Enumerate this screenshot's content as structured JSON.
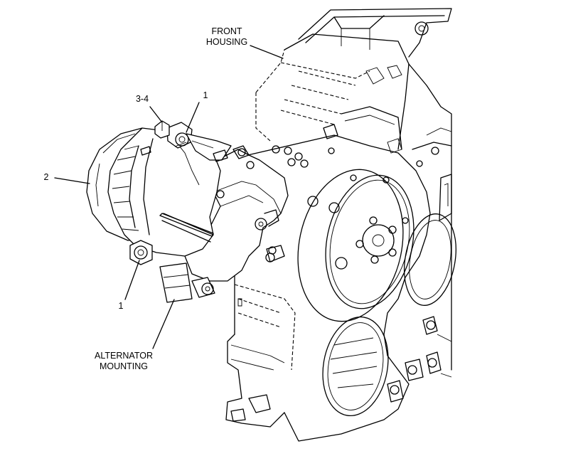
{
  "labels": {
    "front_housing_line1": "FRONT",
    "front_housing_line2": "HOUSING",
    "callout_3_4": "3-4",
    "callout_1_top": "1",
    "callout_2": "2",
    "callout_1_bottom": "1",
    "alternator_mounting_line1": "ALTERNATOR",
    "alternator_mounting_line2": "MOUNTING"
  }
}
